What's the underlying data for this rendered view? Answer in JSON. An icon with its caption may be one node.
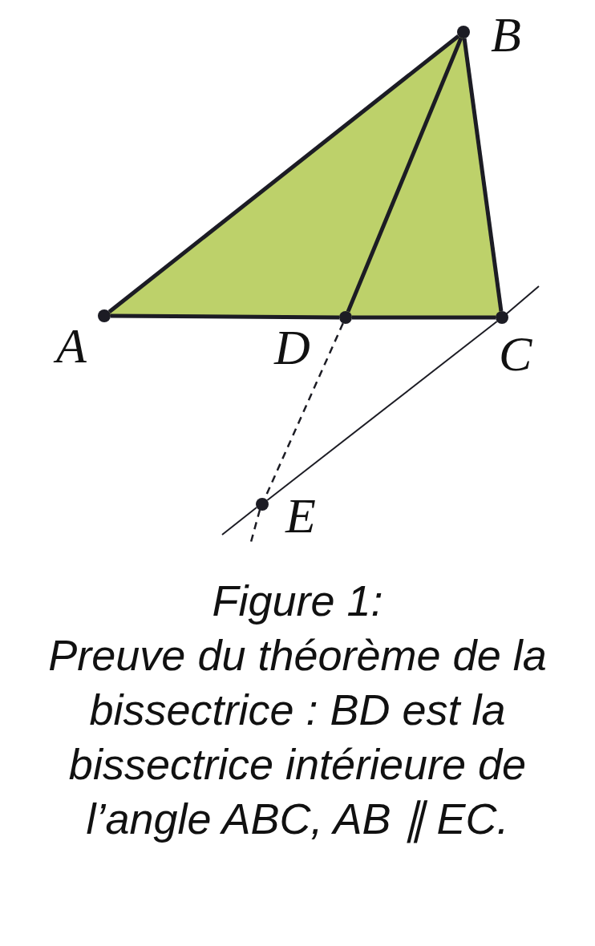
{
  "diagram": {
    "title": "Figure 1:",
    "caption": "Preuve du théorème de la bissectrice : BD est la bissectrice intérieure de l’angle ABC, AB ∥ EC.",
    "nodes": [
      {
        "text": [],
        "shape": "circle",
        "beside": [
          "A"
        ]
      },
      {
        "text": [],
        "shape": "circle",
        "beside": [
          "B"
        ]
      },
      {
        "text": [],
        "shape": "circle",
        "beside": [
          "C"
        ]
      },
      {
        "text": [],
        "shape": "circle",
        "beside": [
          "D"
        ]
      },
      {
        "text": [],
        "shape": "circle",
        "beside": [
          "E"
        ]
      }
    ],
    "edges": [
      {
        "from": 0,
        "to": 1,
        "arrow": "none"
      },
      {
        "from": 1,
        "to": 2,
        "arrow": "none"
      },
      {
        "from": 0,
        "to": 3,
        "arrow": "none"
      },
      {
        "from": 3,
        "to": 2,
        "arrow": "none"
      },
      {
        "from": 1,
        "to": 3,
        "arrow": "none"
      },
      {
        "from": 3,
        "to": 4,
        "arrow": "none",
        "style": "dashed"
      },
      {
        "from": 4,
        "to": 2,
        "arrow": "none"
      }
    ]
  }
}
